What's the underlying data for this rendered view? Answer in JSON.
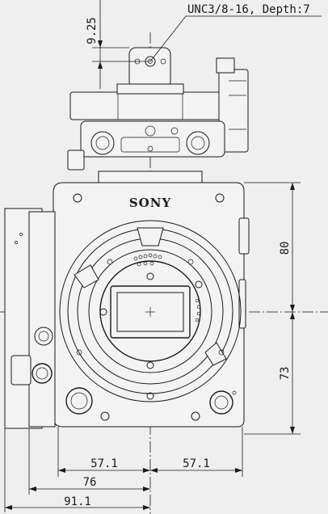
{
  "drawing": {
    "brand_label": "SONY",
    "thread_note": "UNC3/8-16, Depth:7",
    "dimensions": {
      "top_offset": "9.25",
      "upper_height": "80",
      "lower_height": "73",
      "left_half_width": "57.1",
      "right_half_width": "57.1",
      "left_width_76": "76",
      "left_width_91": "91.1"
    }
  }
}
